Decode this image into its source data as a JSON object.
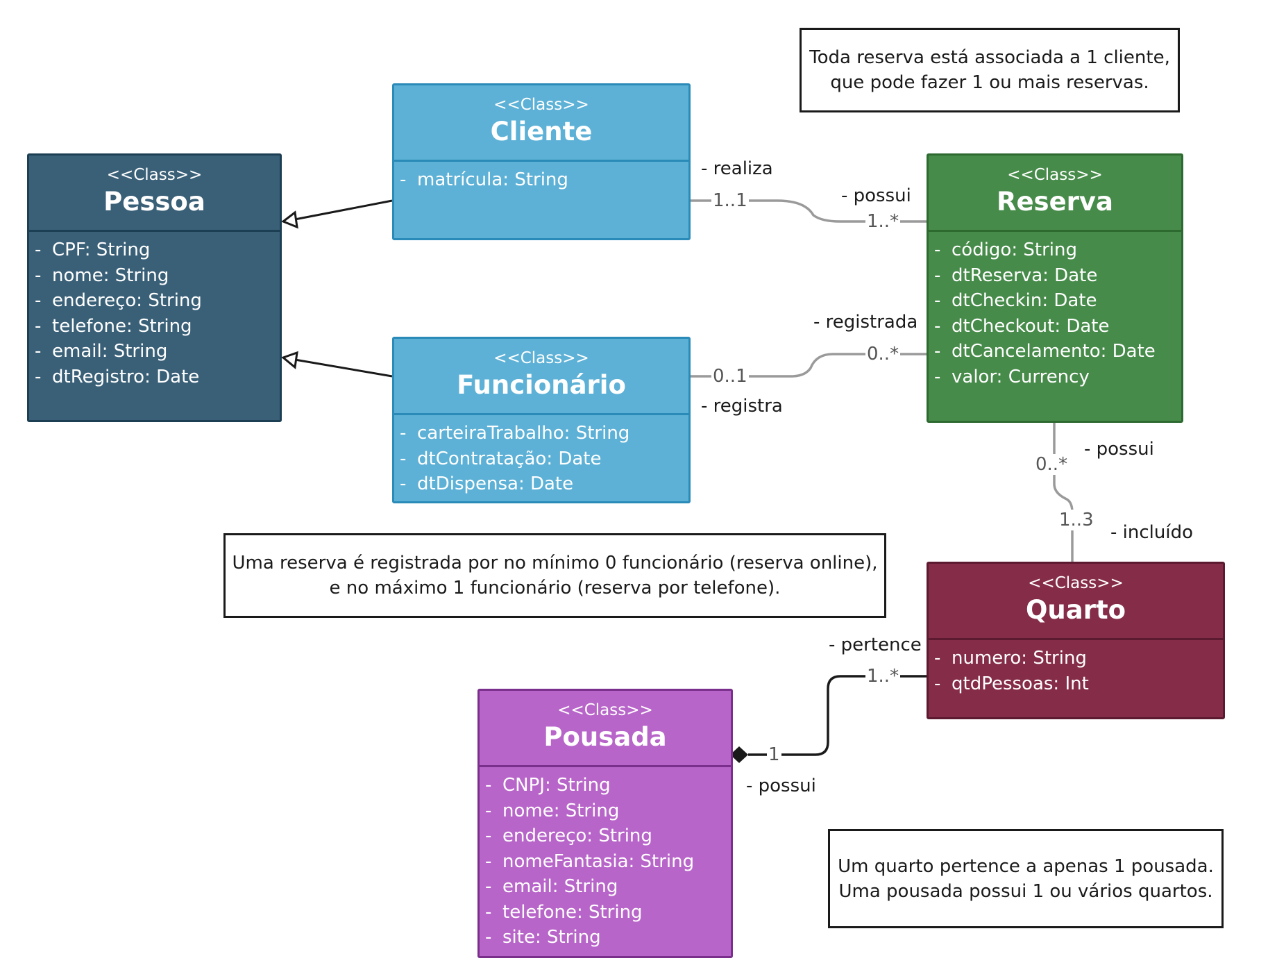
{
  "classes": {
    "pessoa": {
      "stereotype": "<<Class>>",
      "name": "Pessoa",
      "attributes": [
        "CPF: String",
        "nome: String",
        "endereço: String",
        "telefone: String",
        "email: String",
        "dtRegistro: Date"
      ],
      "color": "#3a6078"
    },
    "cliente": {
      "stereotype": "<<Class>>",
      "name": "Cliente",
      "attributes": [
        "matrícula: String"
      ],
      "color": "#5db1d6"
    },
    "funcionario": {
      "stereotype": "<<Class>>",
      "name": "Funcionário",
      "attributes": [
        "carteiraTrabalho: String",
        "dtContratação: Date",
        "dtDispensa: Date"
      ],
      "color": "#5db1d6"
    },
    "reserva": {
      "stereotype": "<<Class>>",
      "name": "Reserva",
      "attributes": [
        "código: String",
        "dtReserva: Date",
        "dtCheckin: Date",
        "dtCheckout: Date",
        "dtCancelamento: Date",
        "valor: Currency"
      ],
      "color": "#478b4a"
    },
    "quarto": {
      "stereotype": "<<Class>>",
      "name": "Quarto",
      "attributes": [
        "numero: String",
        "qtdPessoas: Int"
      ],
      "color": "#852c48"
    },
    "pousada": {
      "stereotype": "<<Class>>",
      "name": "Pousada",
      "attributes": [
        "CNPJ: String",
        "nome: String",
        "endereço: String",
        "nomeFantasia: String",
        "email: String",
        "telefone: String",
        "site: String"
      ],
      "color": "#b865c9"
    }
  },
  "associations": {
    "cliente_reserva": {
      "role_source": "- realiza",
      "mult_source": "1..1",
      "role_target": "- possui",
      "mult_target": "1..*"
    },
    "funcionario_reserva": {
      "role_source": "- registra",
      "mult_source": "0..1",
      "role_target": "- registrada",
      "mult_target": "0..*"
    },
    "reserva_quarto": {
      "role_source": "- possui",
      "mult_source": "0..*",
      "role_target": "- incluído",
      "mult_target": "1..3"
    },
    "pousada_quarto": {
      "role_source": "- possui",
      "mult_source": "1",
      "role_target": "- pertence",
      "mult_target": "1..*"
    }
  },
  "notes": {
    "reserva_cliente": [
      "Toda reserva está associada a 1 cliente,",
      "que pode fazer 1 ou mais reservas."
    ],
    "reserva_funcionario": [
      "Uma reserva é registrada por no mínimo 0 funcionário (reserva online),",
      "e no máximo 1 funcionário (reserva por telefone)."
    ],
    "quarto_pousada": [
      "Um quarto pertence a apenas 1 pousada.",
      "Uma pousada possui 1 ou vários quartos."
    ]
  },
  "attribute_prefix": "-"
}
